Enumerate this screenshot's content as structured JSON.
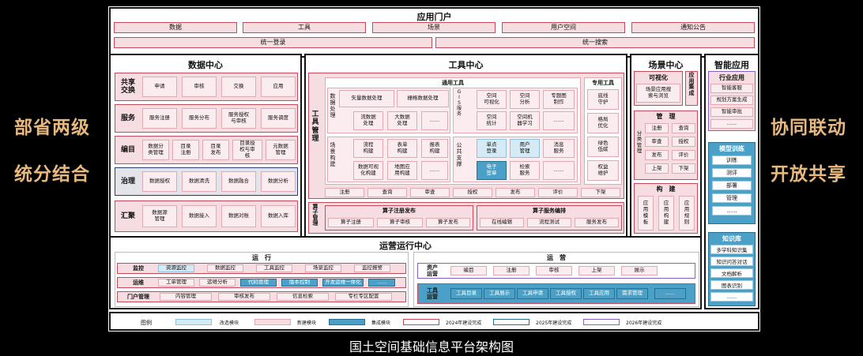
{
  "side_left": [
    "部省两级",
    "统分结合"
  ],
  "side_right": [
    "协同联动",
    "开放共享"
  ],
  "caption": "国土空间基础信息平台架构图",
  "portal": {
    "title": "应用门户",
    "items": [
      "数据",
      "工具",
      "场景",
      "用户空间",
      "通知公告"
    ],
    "login": "统一登录",
    "search": "统一搜索"
  },
  "data_center": {
    "title": "数据中心",
    "rows": [
      {
        "label": "共享\n交换",
        "items": [
          "申请",
          "审核",
          "交换",
          "应用"
        ]
      },
      {
        "label": "服务",
        "items": [
          "服务注册",
          "服务分布",
          "服务授权\n与审核",
          "服务调度"
        ]
      },
      {
        "label": "编目",
        "items": [
          "数据分\n类管理",
          "目录\n注册",
          "目录\n发布",
          "目录授\n权与审\n核",
          "元数据\n管理"
        ]
      },
      {
        "label": "治理",
        "items": [
          "数据授权",
          "数据清洗",
          "数据融合",
          "数据分析"
        ]
      },
      {
        "label": "汇聚",
        "items": [
          "数据源\n管理",
          "数据接入",
          "数据对账",
          "数据入库"
        ]
      }
    ]
  },
  "tool_center": {
    "title": "工具中心",
    "tool_mgmt": "工\n具\n管\n理",
    "general_tools": "通用工具",
    "data_processing": "数\n据\n处\n理",
    "vector_processing": "矢量数据处理",
    "raster_processing": "栅格数据处理",
    "flow_processing": "流数据\n处理",
    "big_data_processing": "大数据\n处理",
    "ellipsis": "......",
    "gis_service": "G\nI\nS\n服\n务",
    "spatial_viz": "空间\n可视化",
    "spatial_analysis": "空间\n分析",
    "thematic_map": "专题图\n制作",
    "spatial_stats": "空间\n统计",
    "spatial_ml": "空间机\n器学习",
    "scene_build": "场\n景\n构\n建",
    "flow_build": "流程\n构建",
    "form_build": "表单\n构建",
    "report_build": "报表\n构建",
    "data_viz_build": "数据可视\n化构建",
    "map_app_build": "地图应\n用构建",
    "public_support": "公\n共\n支\n撑",
    "sso": "单点\n登录",
    "user_mgmt": "用户\n管理",
    "message_service": "消息\n服务",
    "e_signature": "电子\n签章",
    "search_service": "检索\n服务",
    "special_tools": "专用工具",
    "special_items": [
      "底线\n守护",
      "格局\n优化",
      "绿色\n低碳",
      "权益\n维护"
    ],
    "mgmt_bar": [
      "注册",
      "查询",
      "审查",
      "授权",
      "发布",
      "评价",
      "下架"
    ],
    "operator_mgmt": "算\n子\n管\n理",
    "operator_register": "算子注册发布",
    "operator_register_items": [
      "算子注册",
      "算子审核",
      "算子发布"
    ],
    "operator_orchestration": "算子服务编排",
    "operator_orchestration_items": [
      "在线编辑",
      "流程测试",
      "服务发布"
    ]
  },
  "scene_center": {
    "title": "场景中心",
    "visual": "可视化",
    "visual_item": "场景应用搜\n索与浏览",
    "app_integration": "应\n用\n集\n成",
    "mgmt": "管　理",
    "classify": "分\n类\n管\n理",
    "mgmt_items": [
      "注册",
      "查询",
      "审查",
      "授权",
      "发布",
      "评价",
      "上架",
      "下架"
    ],
    "build": "构　建",
    "build_items": [
      "应\n用\n模\n板",
      "应\n用\n构\n建",
      "应\n用\n规\n则"
    ]
  },
  "smart_app": {
    "title": "智能应用",
    "industry": "行业应用",
    "industry_items": [
      "智能客服",
      "规划方案生成",
      "智能审批",
      "......"
    ],
    "model_training": "模型训练",
    "model_items": [
      "训练",
      "测评",
      "部署",
      "管理",
      "......"
    ],
    "knowledge": "知识库",
    "knowledge_items": [
      "多学科知识集",
      "知识问答对话",
      "文档解析",
      "图表识别",
      "......"
    ]
  },
  "ops_center": {
    "title": "运营运行中心",
    "run": {
      "title": "运　行",
      "rows": [
        {
          "label": "监控",
          "items": [
            "资源监控",
            "数据监控",
            "工具监控",
            "场景监控",
            "监控报警"
          ]
        },
        {
          "label": "运维",
          "items": [
            "工单管理",
            "运维分析",
            "代码管理",
            "版本控制",
            "开发运维一体化",
            "......"
          ]
        },
        {
          "label": "门户管理",
          "items": [
            "内容管理",
            "审核发布",
            "信息检索",
            "专栏专区配置"
          ]
        }
      ]
    },
    "operate": {
      "title": "运　营",
      "asset_label": "资产\n运营",
      "asset_items": [
        "编目",
        "注册",
        "审核",
        "上架",
        "展示"
      ],
      "tool_label": "工具\n运营",
      "tool_items": [
        "工具目录",
        "工具展示",
        "工具申请",
        "工具授权",
        "工具应用",
        "需求管理",
        "......"
      ]
    }
  },
  "legend": {
    "title": "图例",
    "items": [
      "改造模块",
      "新建模块",
      "集成模块",
      "2024年建设完成",
      "2025年建设完成",
      "2026年建设完成"
    ],
    "colors": {
      "改造模块": "#d4eaf4",
      "新建模块": "#f6dde2",
      "集成模块": "#4aa0c6",
      "2024年建设完成": "#c84a5a",
      "2025年建设完成": "#2a6f8f",
      "2026年建设完成": "#8b5fbf"
    }
  }
}
